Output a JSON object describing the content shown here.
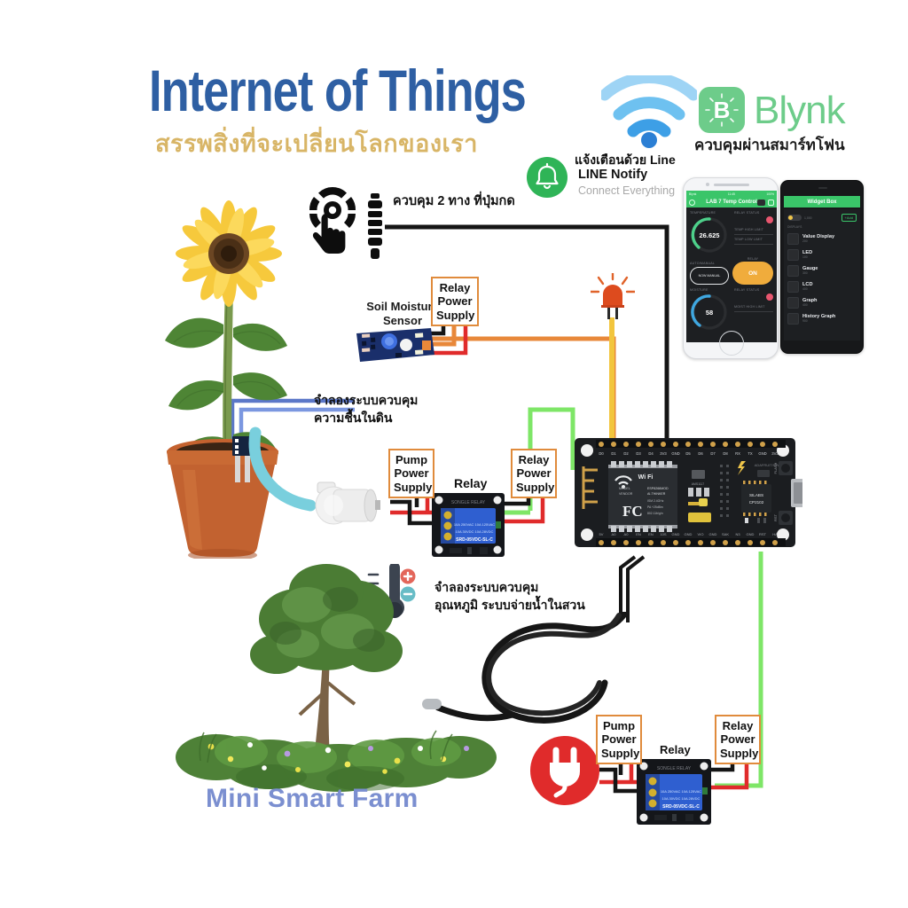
{
  "title": {
    "main": "Internet of Things",
    "sub": "สรรพสิ่งที่จะเปลี่ยนโลกของเรา",
    "main_color": "#2e5fa3",
    "sub_color": "#d8b566"
  },
  "branding": {
    "blynk_name": "Blynk",
    "blynk_letter": "B",
    "blynk_caption": "ควบคุมผ่านสมาร์ทโฟน",
    "blynk_color": "#6dcc8a",
    "wifi_icon": "wifi-icon",
    "line": {
      "thai": "แจ้งเตือนด้วย Line",
      "name": "LINE Notify",
      "tagline": "Connect Everything",
      "color": "#2fb457"
    }
  },
  "phones": {
    "ios": {
      "status_left": "Blynk",
      "status_mid": "11:45",
      "status_right": "100%",
      "app_title": "LAB 7 Temp Control",
      "temp_label": "TEMPERATURE",
      "temp_value": "26.625",
      "temp_color": "#4dd08a",
      "relay_label": "RELAY STATUS",
      "mode_label": "AUTO/MANUAL",
      "mode_button": "NOW MANUAL",
      "status_label": "RELAY",
      "on_button": "ON",
      "on_color": "#f0ac3c",
      "moist_label": "MOISTURE",
      "moist_value": "58",
      "moist_color": "#3fa7e0",
      "hi_limit": "TEMP HIGH LIMIT",
      "lo_limit": "TEMP LOW LIMIT",
      "m_limit": "MOIST HIGH LIMIT"
    },
    "android": {
      "app_title": "Widget Box",
      "energy_value": "1,000",
      "add_button": "+Add",
      "section": "DISPLAYS",
      "widgets": [
        {
          "name": "Value Display",
          "price": "200"
        },
        {
          "name": "LED",
          "price": "100"
        },
        {
          "name": "Gauge",
          "price": "300"
        },
        {
          "name": "LCD",
          "price": "400"
        },
        {
          "name": "Graph",
          "price": "400"
        },
        {
          "name": "History Graph",
          "price": "900"
        }
      ]
    }
  },
  "annotations": {
    "two_way_control": "ควบคุม 2 ทาง ที่ปุ่มกด",
    "soil_simulation": "จำลองระบบควบคุม\nความชื้นในดิน",
    "soil_simulation_l1": "จำลองระบบควบคุม",
    "soil_simulation_l2": "ความชื้นในดิน",
    "temp_simulation_l1": "จำลองระบบควบคุม",
    "temp_simulation_l2": "อุณหภูมิ ระบบจ่ายน้ำในสวน",
    "farm_label": "Mini Smart Farm",
    "farm_label_color": "#7b8fd0"
  },
  "components": {
    "soil_sensor_label_l1": "Soil Moisture",
    "soil_sensor_label_l2": "Sensor",
    "relay_label": "Relay",
    "relay_marking": "SRD-05VDC-SL-C",
    "relay_rating_1": "10A 250VAC   10A 125VAC",
    "relay_rating_2": "10A  30VDC    10A  28VDC",
    "relay_brand": "SONGLE RELAY",
    "pump_power_supply": "Pump\nPower\nSupply",
    "pump_ps_l1": "Pump",
    "pump_ps_l2": "Power",
    "pump_ps_l3": "Supply",
    "relay_ps_l1": "Relay",
    "relay_ps_l2": "Power",
    "relay_ps_l3": "Supply",
    "ps_border_color": "#e08b3c"
  },
  "nodemcu": {
    "module_model": "MODEL",
    "module_vendor": "VENDOR",
    "module_name": "ESP8266MOD",
    "module_vendor_name": "AI-THINKER",
    "spec_1": "ISM 2.4GHz",
    "spec_2": "PA +25dBm",
    "spec_3": "802.11b/g/n",
    "fc_mark": "FC",
    "wifi_mark": "Wi Fi",
    "usb_chip_1": "SILABS",
    "usb_chip_2": "CP2102",
    "reg_chip": "AMS1117",
    "flash_button": "FLASH",
    "rst_button": "RST",
    "sparkfun": "ADAFRUIT/SPARKFUN",
    "pins_top": [
      "D0",
      "D1",
      "D2",
      "D3",
      "D4",
      "3V3",
      "GND",
      "D5",
      "D6",
      "D7",
      "D8",
      "RX",
      "TX",
      "GND",
      "3V3"
    ],
    "pins_bottom": [
      "5V",
      "AD0",
      "AD0",
      "EN",
      "EN",
      "10S",
      "GND",
      "GND",
      "VIN",
      "GND",
      "SAK",
      "N3",
      "GND",
      "RST",
      "HA"
    ]
  },
  "wire_colors": {
    "blue": "#5b77c8",
    "orange": "#e8883a",
    "yellow": "#f2c53d",
    "green": "#7ee667",
    "red": "#e02b2b",
    "black": "#151515",
    "cyan_hose": "#79cfdd"
  },
  "icons": {
    "led": "led-indicator-icon",
    "touch": "touch-button-icon",
    "switch": "toggle-switch-icon",
    "thermometer": "thermometer-icon",
    "plug": "power-plug-icon",
    "bell": "bell-icon"
  }
}
